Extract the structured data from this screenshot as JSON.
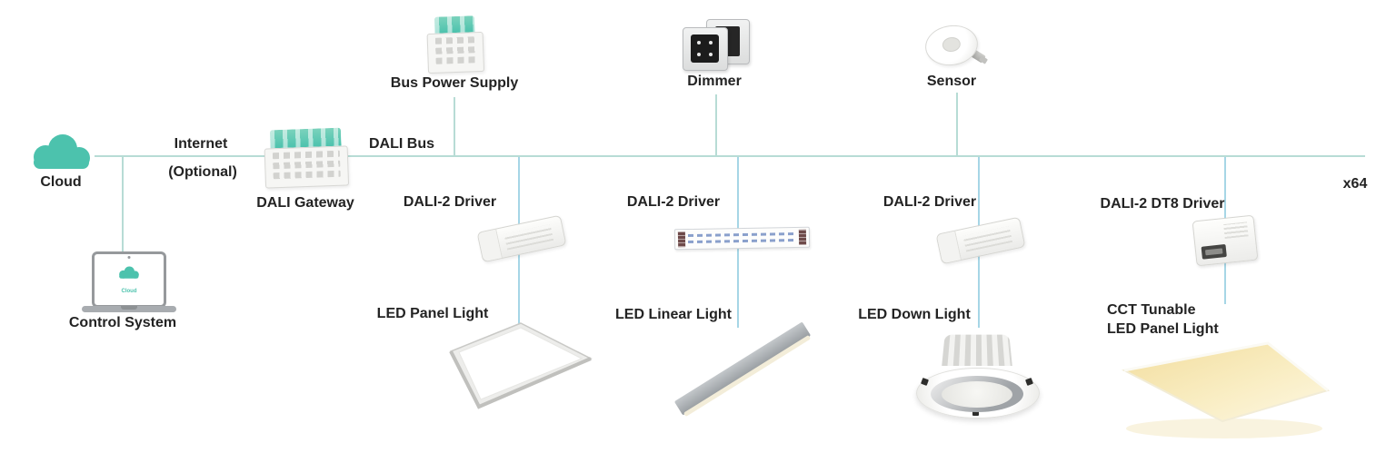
{
  "palette": {
    "teal": "#4cc2ad",
    "bus_line": "#b7dcd5",
    "branch_line": "#a6d6e6",
    "label_text": "#232323",
    "warm_panel": "#f4e2a6"
  },
  "cloud": {
    "label": "Cloud"
  },
  "internet": {
    "line1": "Internet",
    "line2": "(Optional)"
  },
  "control_system": {
    "label": "Control System",
    "screen_caption": "Cloud"
  },
  "gateway": {
    "label": "DALI Gateway"
  },
  "bus": {
    "label": "DALI Bus",
    "device_count": "x64"
  },
  "top_devices": {
    "bus_power_supply": "Bus Power Supply",
    "dimmer": "Dimmer",
    "sensor": "Sensor"
  },
  "branches": [
    {
      "driver": "DALI-2 Driver",
      "light": "LED Panel Light"
    },
    {
      "driver": "DALI-2 Driver",
      "light": "LED Linear Light"
    },
    {
      "driver": "DALI-2 Driver",
      "light": "LED Down Light"
    },
    {
      "driver": "DALI-2 DT8 Driver",
      "light_line1": "CCT Tunable",
      "light_line2": "LED Panel Light"
    }
  ],
  "icons": {
    "cloud-icon": "teal cloud shape",
    "laptop-icon": "laptop with cloud on screen",
    "din-module-icon": "DIN-rail module with teal cap",
    "dimmer-icon": "two wall switch plates",
    "sensor-icon": "ceiling occupancy sensor dome",
    "driver-icon": "white LED driver box",
    "linear-driver-icon": "slim linear LED driver",
    "panel-light-icon": "square LED panel in perspective",
    "linear-light-icon": "suspended linear luminaire",
    "down-light-icon": "recessed round downlight",
    "cct-panel-icon": "warm-white tunable LED panel"
  }
}
